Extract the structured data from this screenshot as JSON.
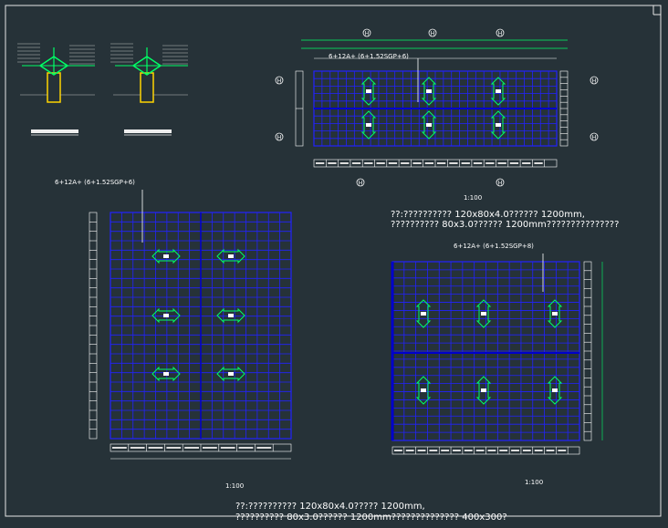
{
  "window": {
    "background": "#263238",
    "frame_color": "#e6e6e6"
  },
  "colors": {
    "grid": "#2222ff",
    "grid_dark": "#0000cc",
    "dim": "#00ff66",
    "text": "#ffffff",
    "yellow": "#ffd400",
    "gray": "#bfbfbf"
  },
  "plans": {
    "top_right": {
      "glass_spec": "6+12A+ (6+1.52SGP+6)",
      "axes_top": [
        "H",
        "H",
        "H"
      ],
      "axes_left": [
        "H",
        "H"
      ],
      "axes_right": [
        "H",
        "H"
      ],
      "axes_bottom": [
        "H",
        "H"
      ],
      "scale_title": "1:100"
    },
    "left": {
      "glass_spec": "6+12A+ (6+1.52SGP+6)",
      "scale_title": "1:100"
    },
    "bottom_right": {
      "glass_spec": "6+12A+ (6+1.52SGP+8)",
      "scale_title": "1:100"
    }
  },
  "notes": {
    "note1_line1": "??:??????????    120x80x4.0?????? 1200mm,",
    "note1_line2": "??????????    80x3.0?????? 1200mm???????????????",
    "note2_line1": "??:??????????    120x80x4.0????? 1200mm,",
    "note2_line2": "??????????    80x3.0?????? 1200mm??????????????    400x300?"
  }
}
